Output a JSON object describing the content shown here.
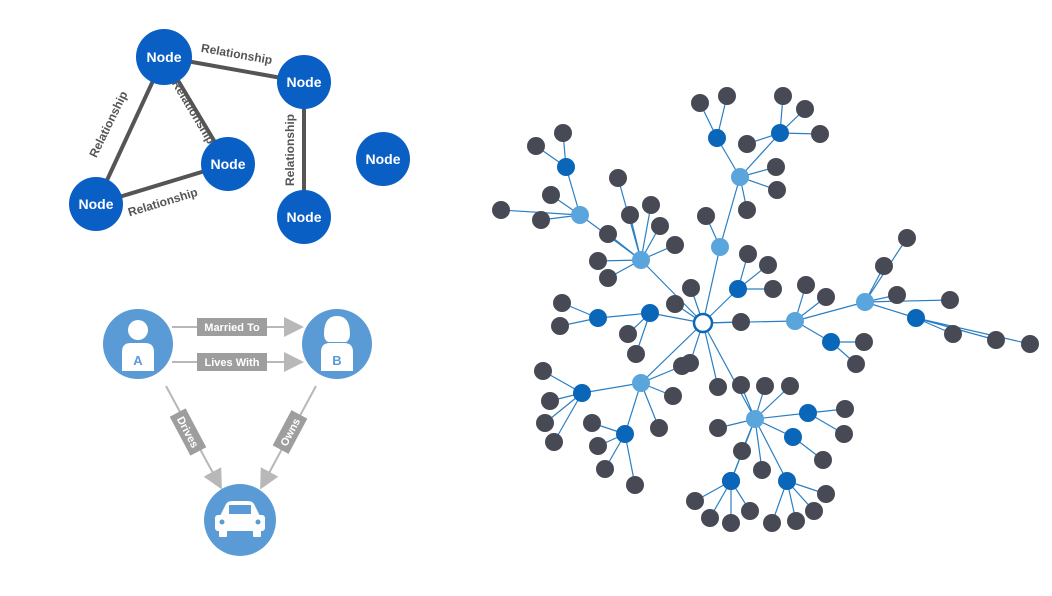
{
  "colors": {
    "node_blue": "#0a5fc4",
    "edge_dark": "#555555",
    "person_blue": "#5b9bd5",
    "label_gray": "#9e9e9e",
    "arrow_gray": "#b8b8b8",
    "net_dark": "#474a54",
    "net_mid": "#0a66b8",
    "net_light": "#5aa5dc",
    "net_edge": "#2a7fc4"
  },
  "graph_diagram": {
    "node_label": "Node",
    "edge_label": "Relationship"
  },
  "property_diagram": {
    "person_a": "A",
    "person_b": "B",
    "married_to": "Married To",
    "lives_with": "Lives With",
    "drives": "Drives",
    "owns": "Owns",
    "car_icon": "car-icon",
    "person_icon": "person-icon"
  }
}
